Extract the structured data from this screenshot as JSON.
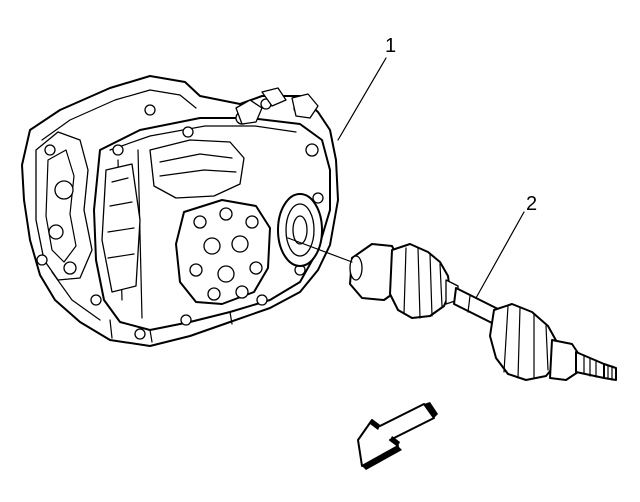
{
  "callouts": [
    {
      "id": "1",
      "label": "1"
    },
    {
      "id": "2",
      "label": "2"
    }
  ],
  "colors": {
    "line": "#000000",
    "background": "#ffffff"
  },
  "icons": {
    "direction_arrow": "arrow-down-left-icon"
  }
}
